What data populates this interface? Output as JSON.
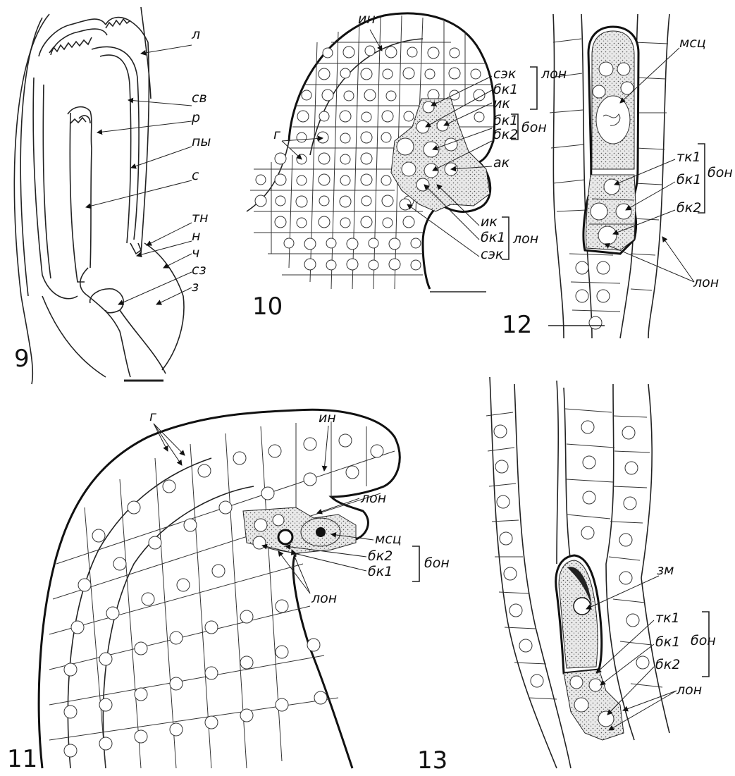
{
  "figures": {
    "fig9": {
      "number": "9",
      "labels": [
        "л",
        "св",
        "р",
        "пы",
        "с",
        "тн",
        "н",
        "ч",
        "сз",
        "з"
      ]
    },
    "fig10": {
      "number": "10",
      "labels": [
        "ин",
        "г",
        "сэк",
        "лон",
        "бк1",
        "ик",
        "бк1",
        "бк2",
        "бон",
        "ак",
        "ик",
        "бк1",
        "лон",
        "сэк"
      ]
    },
    "fig11": {
      "number": "11",
      "labels": [
        "г",
        "ин",
        "лон",
        "мсц",
        "бк2",
        "бон",
        "бк1",
        "лон"
      ]
    },
    "fig12": {
      "number": "12",
      "labels": [
        "мсц",
        "тк1",
        "бон",
        "бк1",
        "бк2",
        "лон"
      ]
    },
    "fig13": {
      "number": "13",
      "labels": [
        "зм",
        "тк1",
        "бон",
        "бк1",
        "бк2",
        "лон"
      ]
    }
  },
  "colors": {
    "ink": "#111111",
    "background": "#ffffff"
  }
}
